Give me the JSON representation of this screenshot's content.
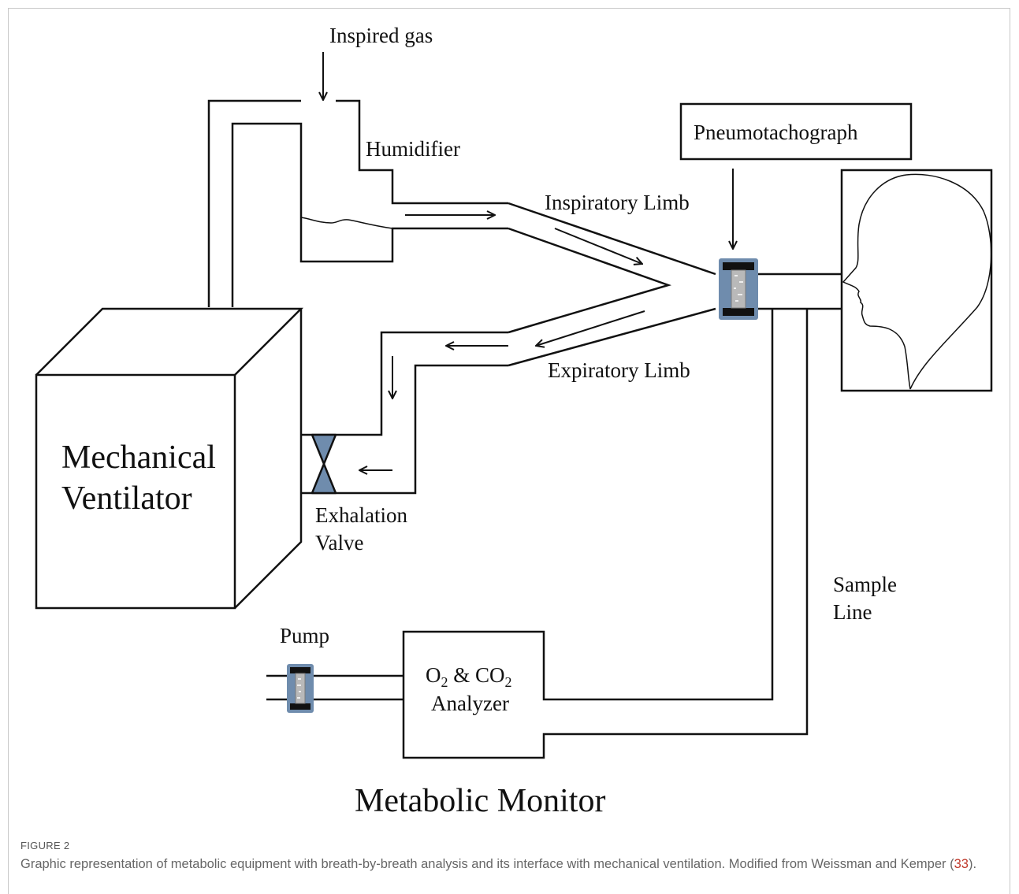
{
  "diagram": {
    "labels": {
      "inspired_gas": "Inspired gas",
      "humidifier": "Humidifier",
      "pneumotachograph": "Pneumotachograph",
      "inspiratory_limb": "Inspiratory Limb",
      "expiratory_limb": "Expiratory Limb",
      "ventilator_line1": "Mechanical",
      "ventilator_line2": "Ventilator",
      "exhalation_valve_line1": "Exhalation",
      "exhalation_valve_line2": "Valve",
      "sample_line_line1": "Sample",
      "sample_line_line2": "Line",
      "pump": "Pump",
      "analyzer_o": "O",
      "analyzer_sub1": "2",
      "analyzer_amp_co": " & CO",
      "analyzer_sub2": "2",
      "analyzer_line2": "Analyzer",
      "metabolic_monitor": "Metabolic Monitor"
    },
    "colors": {
      "valve_fill": "#6f8cad",
      "connector_fill": "#6f8cad",
      "line": "#111111"
    }
  },
  "caption": {
    "figure_label": "FIGURE 2",
    "text_before_ref": "Graphic representation of metabolic equipment with breath-by-breath analysis and its interface with mechanical ventilation. Modified from Weissman and Kemper (",
    "ref": "33",
    "text_after_ref": ")."
  }
}
